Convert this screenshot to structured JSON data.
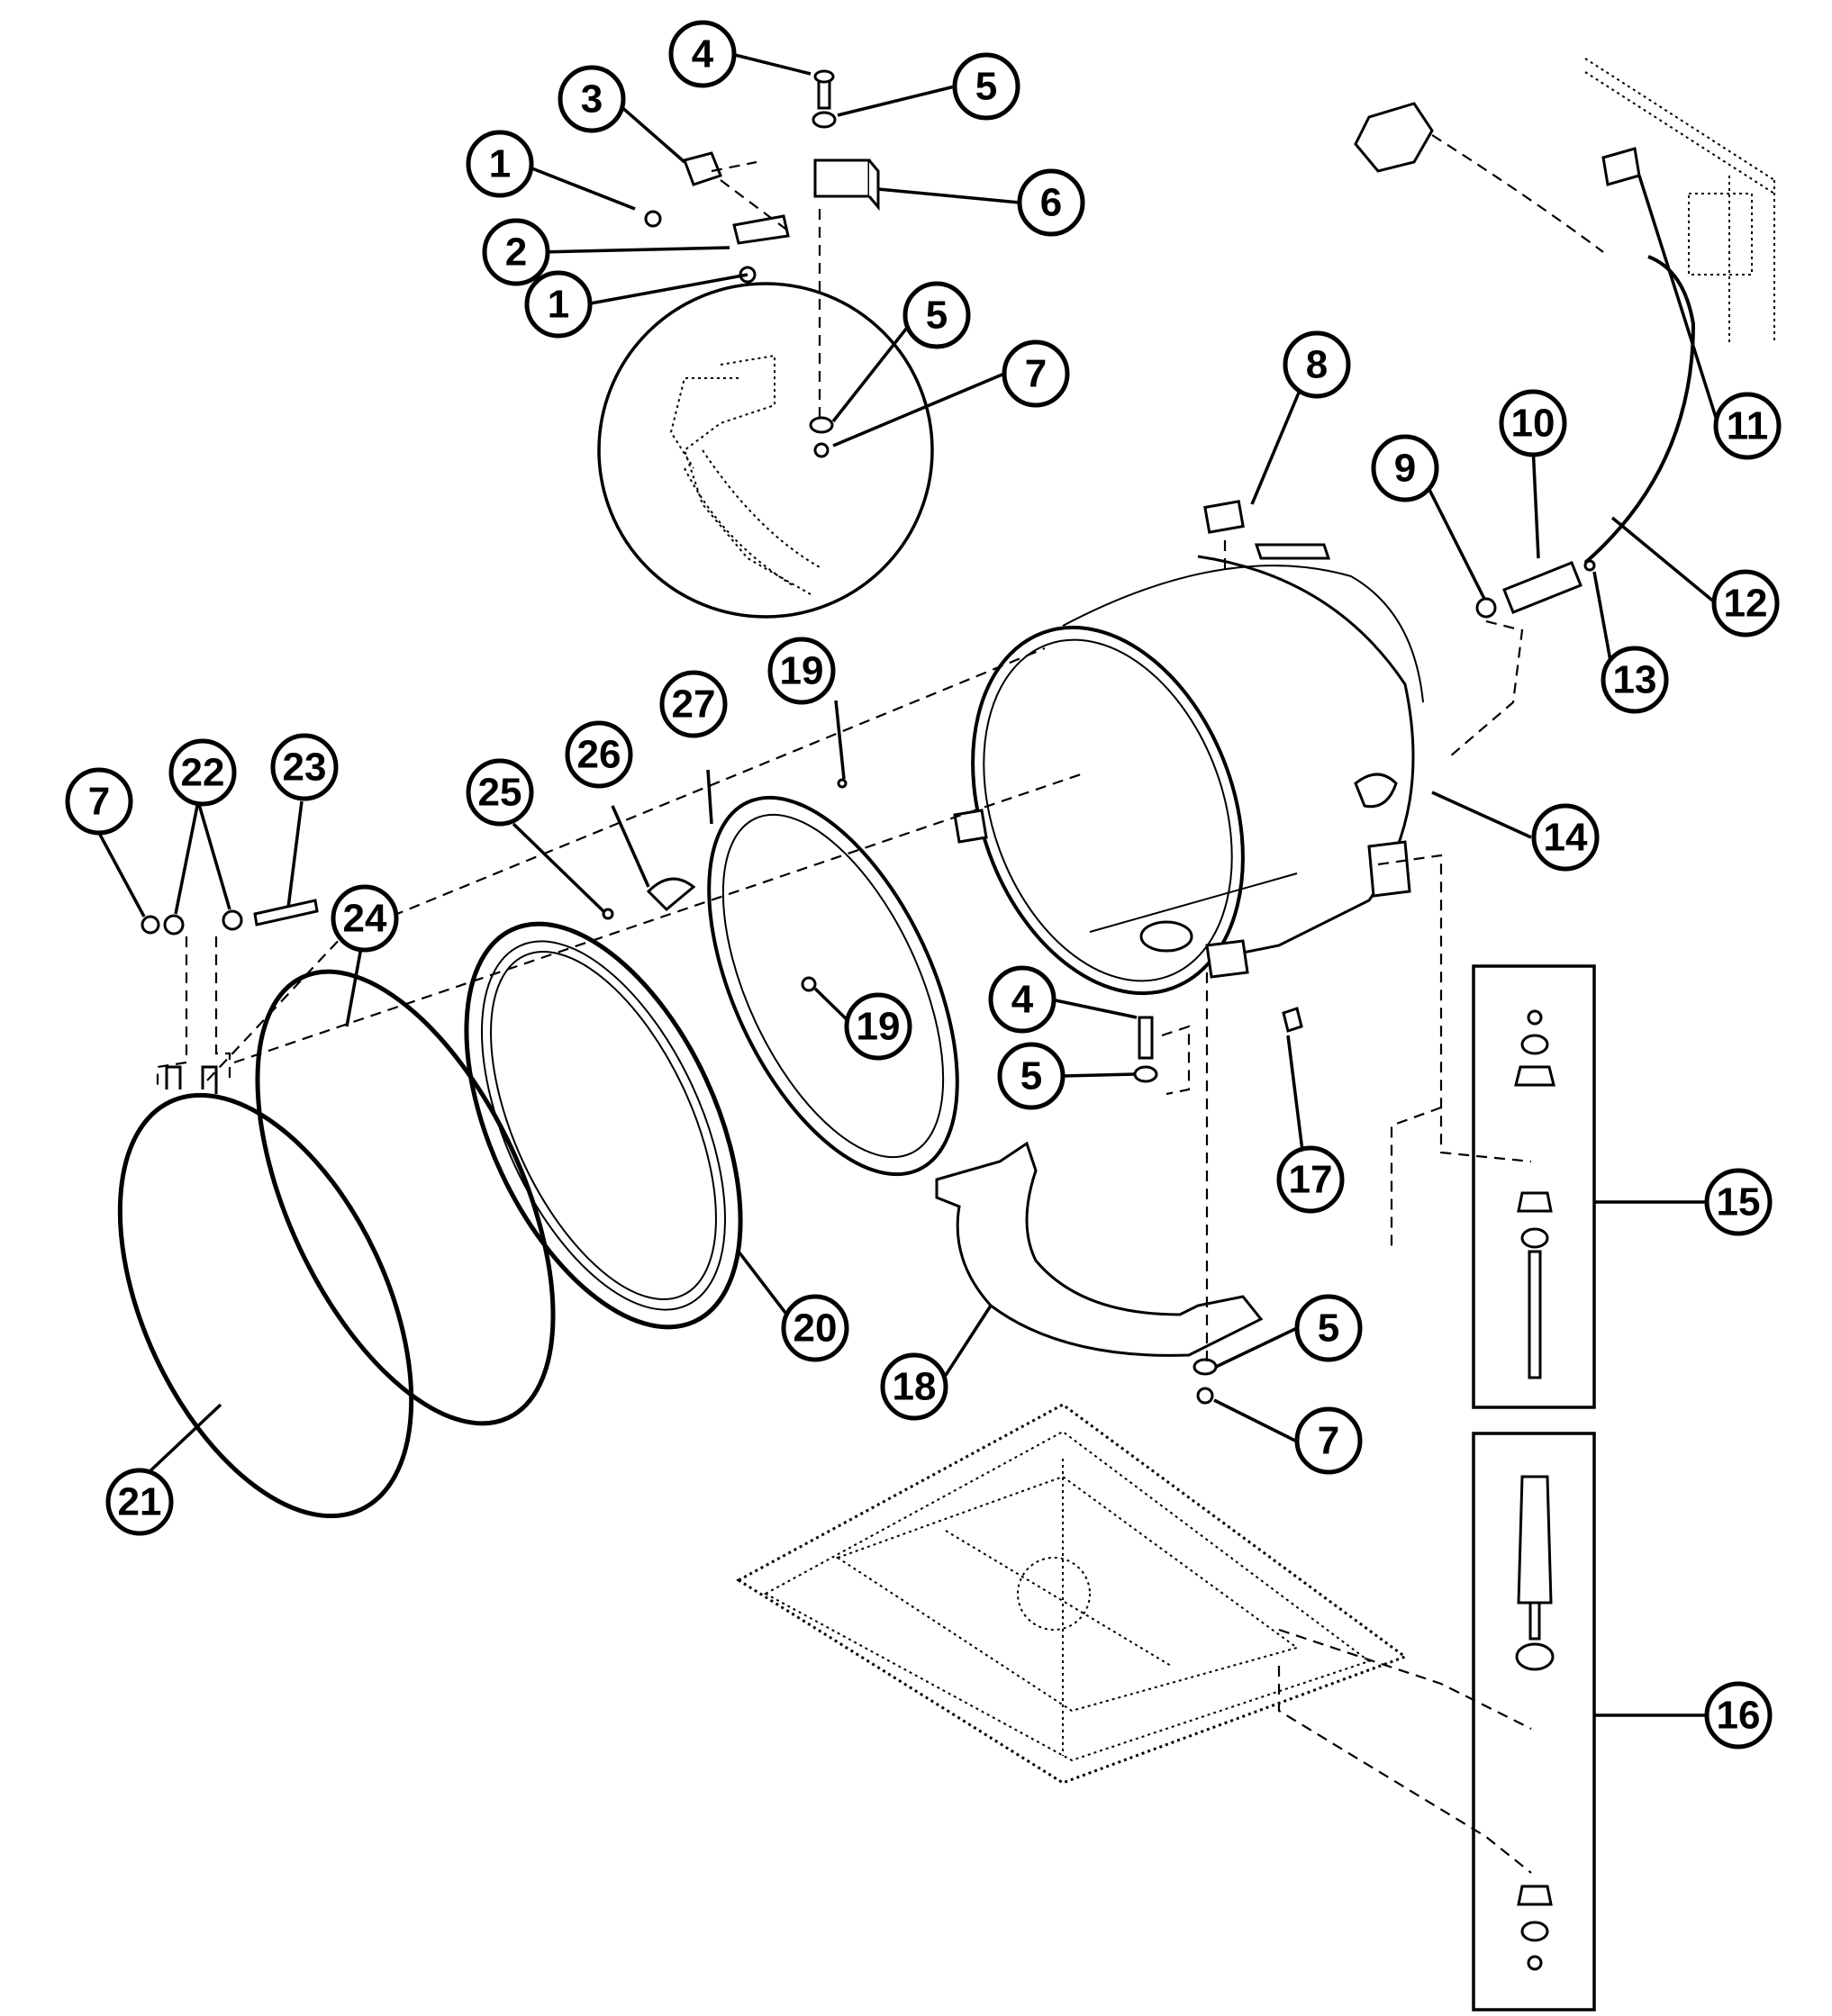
{
  "diagram": {
    "type": "exploded-parts-diagram",
    "callouts": [
      {
        "id": "c1a",
        "label": "1"
      },
      {
        "id": "c1b",
        "label": "1"
      },
      {
        "id": "c2",
        "label": "2"
      },
      {
        "id": "c3",
        "label": "3"
      },
      {
        "id": "c4a",
        "label": "4"
      },
      {
        "id": "c4b",
        "label": "4"
      },
      {
        "id": "c5a",
        "label": "5"
      },
      {
        "id": "c5b",
        "label": "5"
      },
      {
        "id": "c5c",
        "label": "5"
      },
      {
        "id": "c5d",
        "label": "5"
      },
      {
        "id": "c6",
        "label": "6"
      },
      {
        "id": "c7a",
        "label": "7"
      },
      {
        "id": "c7b",
        "label": "7"
      },
      {
        "id": "c7c",
        "label": "7"
      },
      {
        "id": "c8",
        "label": "8"
      },
      {
        "id": "c9",
        "label": "9"
      },
      {
        "id": "c10",
        "label": "10"
      },
      {
        "id": "c11",
        "label": "11"
      },
      {
        "id": "c12",
        "label": "12"
      },
      {
        "id": "c13",
        "label": "13"
      },
      {
        "id": "c14",
        "label": "14"
      },
      {
        "id": "c15",
        "label": "15"
      },
      {
        "id": "c16",
        "label": "16"
      },
      {
        "id": "c17",
        "label": "17"
      },
      {
        "id": "c18",
        "label": "18"
      },
      {
        "id": "c19a",
        "label": "19"
      },
      {
        "id": "c19b",
        "label": "19"
      },
      {
        "id": "c20",
        "label": "20"
      },
      {
        "id": "c21",
        "label": "21"
      },
      {
        "id": "c22",
        "label": "22"
      },
      {
        "id": "c23",
        "label": "23"
      },
      {
        "id": "c24",
        "label": "24"
      },
      {
        "id": "c25",
        "label": "25"
      },
      {
        "id": "c26",
        "label": "26"
      },
      {
        "id": "c27",
        "label": "27"
      }
    ]
  }
}
